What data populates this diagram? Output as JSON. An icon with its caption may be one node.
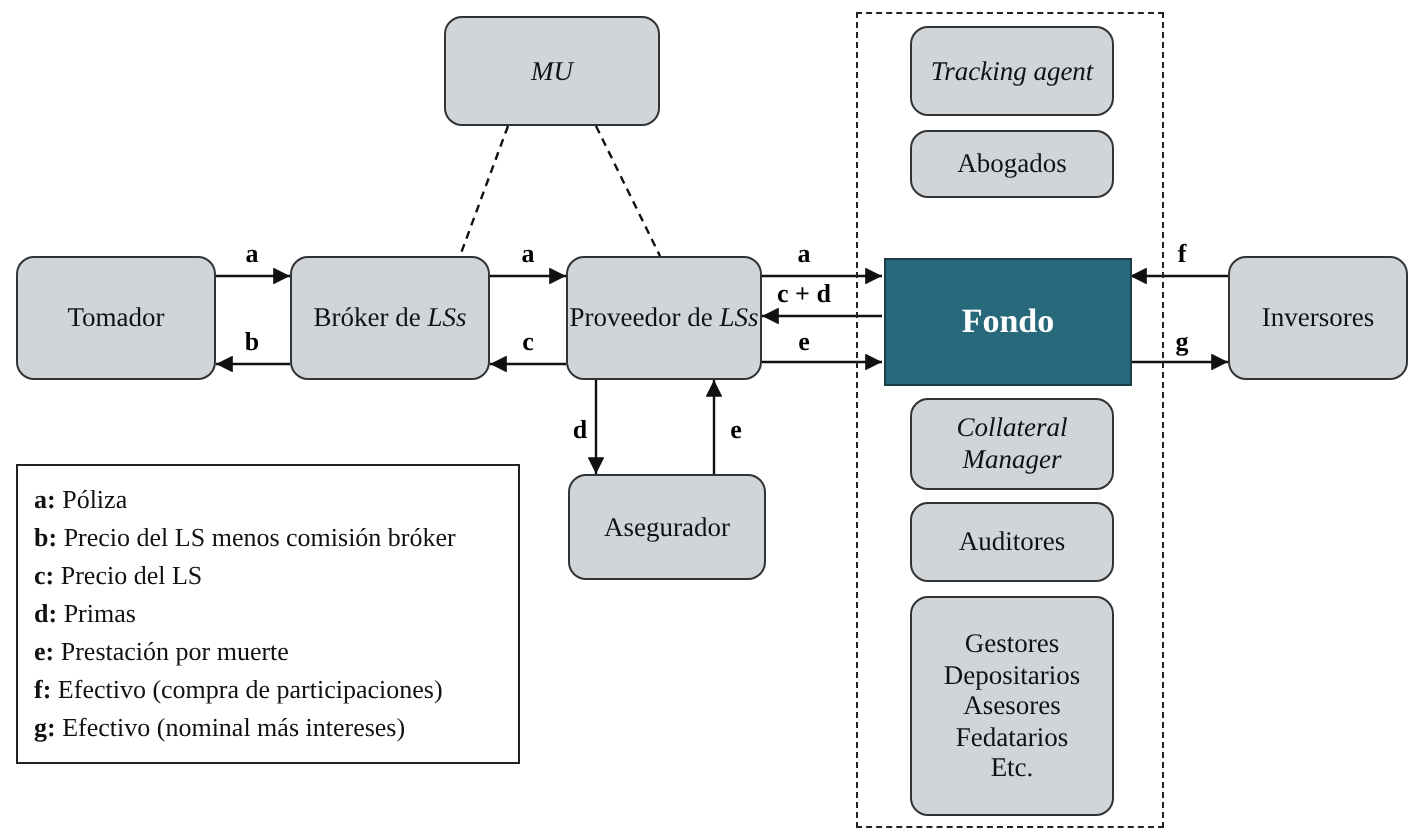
{
  "diagram": {
    "nodes": [
      {
        "text": [
          "MU"
        ]
      },
      {
        "text": [
          "Tomador"
        ]
      },
      {
        "text": [
          "Bróker de *LSs*"
        ]
      },
      {
        "text": [
          "Proveedor de *LSs*"
        ]
      },
      {
        "text": [],
        "shape": "box"
      },
      {
        "text": [
          "Tracking agent"
        ],
        "in": 4
      },
      {
        "text": [
          "Abogados"
        ],
        "in": 4
      },
      {
        "text": [
          "Fondo"
        ],
        "in": 4
      },
      {
        "text": [
          "Collateral Manager"
        ],
        "in": 4
      },
      {
        "text": [
          "Auditores"
        ],
        "in": 4
      },
      {
        "text": [
          "Gestores",
          "Depositarios",
          "Asesores",
          "Fedatarios",
          "Etc."
        ],
        "in": 4
      },
      {
        "text": [
          "Inversores"
        ]
      },
      {
        "text": [
          "Asegurador"
        ]
      }
    ],
    "edges": [
      {
        "from": 0,
        "to": 2,
        "arrow": "none",
        "style": "dashed"
      },
      {
        "from": 0,
        "to": 3,
        "arrow": "none",
        "style": "dashed"
      },
      {
        "from": 1,
        "to": 2,
        "arrow": "to",
        "label": "a"
      },
      {
        "from": 2,
        "to": 1,
        "arrow": "to",
        "label": "b"
      },
      {
        "from": 2,
        "to": 3,
        "arrow": "to",
        "label": "a"
      },
      {
        "from": 3,
        "to": 2,
        "arrow": "to",
        "label": "c"
      },
      {
        "from": 3,
        "to": 7,
        "arrow": "to",
        "label": "a"
      },
      {
        "from": 7,
        "to": 3,
        "arrow": "to",
        "label": "c + d"
      },
      {
        "from": 3,
        "to": 7,
        "arrow": "to",
        "label": "e"
      },
      {
        "from": 11,
        "to": 7,
        "arrow": "to",
        "label": "f"
      },
      {
        "from": 7,
        "to": 11,
        "arrow": "to",
        "label": "g"
      },
      {
        "from": 3,
        "to": 12,
        "arrow": "to",
        "label": "d"
      },
      {
        "from": 12,
        "to": 3,
        "arrow": "to",
        "label": "e"
      }
    ],
    "labels": [
      "**a:** Póliza",
      "**b:** Precio del LS menos comisión bróker",
      "**c:** Precio del LS",
      "**d:** Primas",
      "**e:** Prestación por muerte",
      "**f:** Efectivo (compra de participaciones)",
      "**g:** Efectivo (nominal más intereses)"
    ]
  }
}
